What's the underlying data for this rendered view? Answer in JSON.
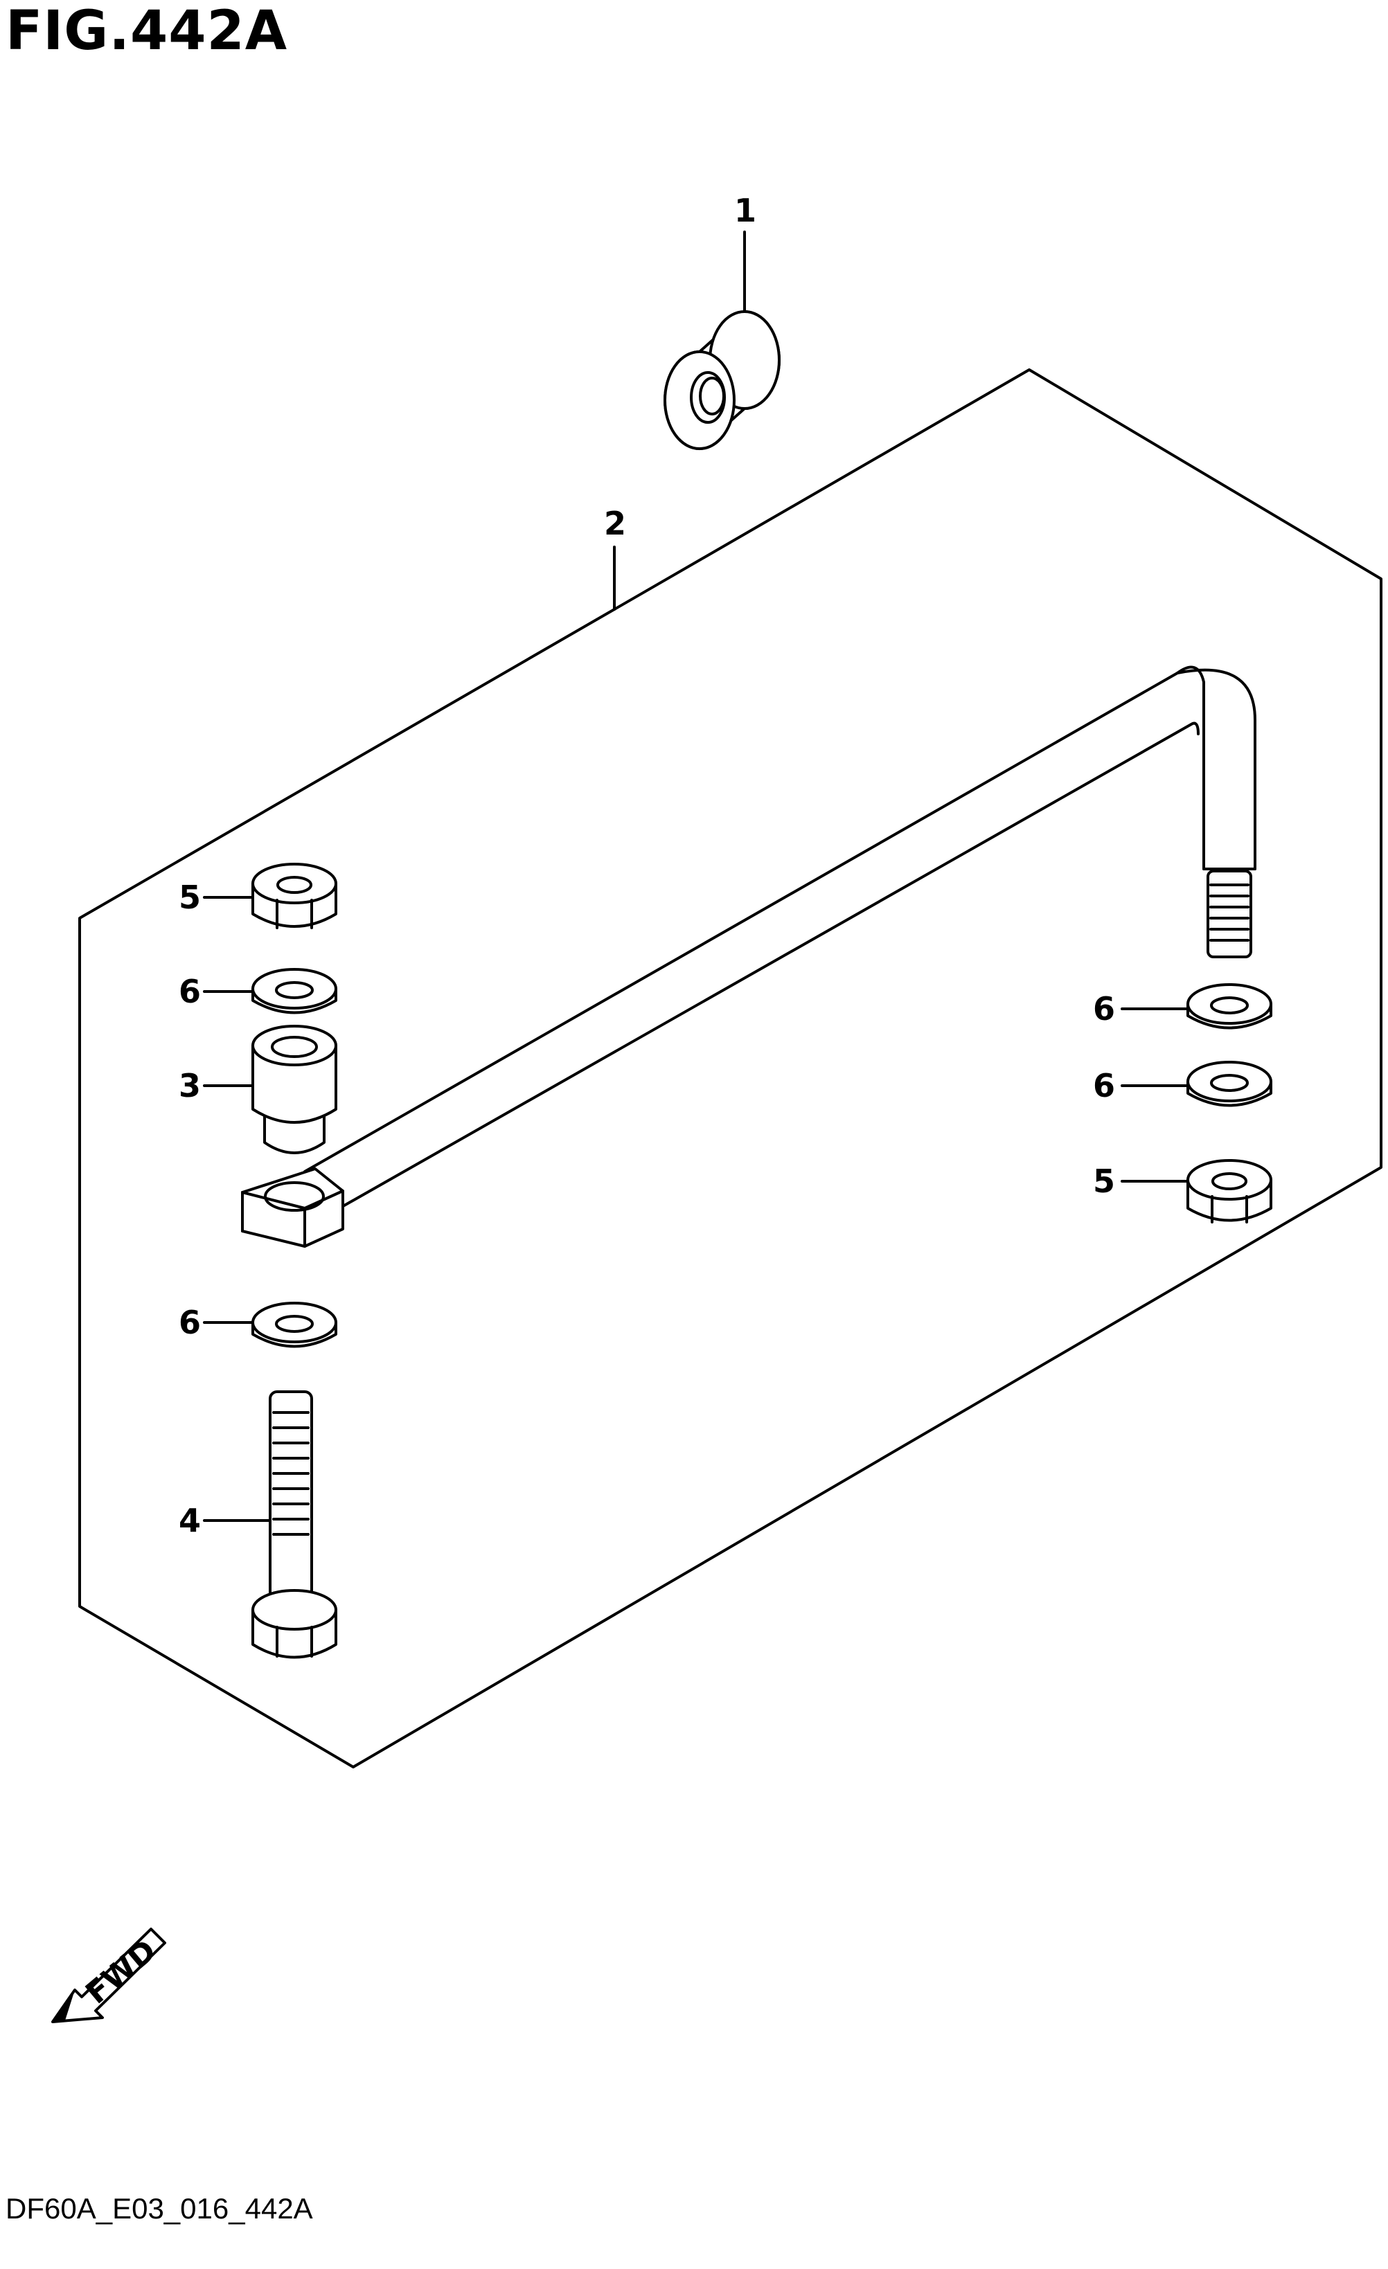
{
  "figure": {
    "title": "FIG.442A",
    "code": "DF60A_E03_016_442A"
  },
  "callouts": {
    "c1": "1",
    "c2": "2",
    "c3": "3",
    "c4": "4",
    "c5_left": "5",
    "c5_right": "5",
    "c6_left_upper": "6",
    "c6_left_lower": "6",
    "c6_right_upper": "6",
    "c6_right_lower": "6"
  },
  "direction": {
    "label": "FWD"
  }
}
